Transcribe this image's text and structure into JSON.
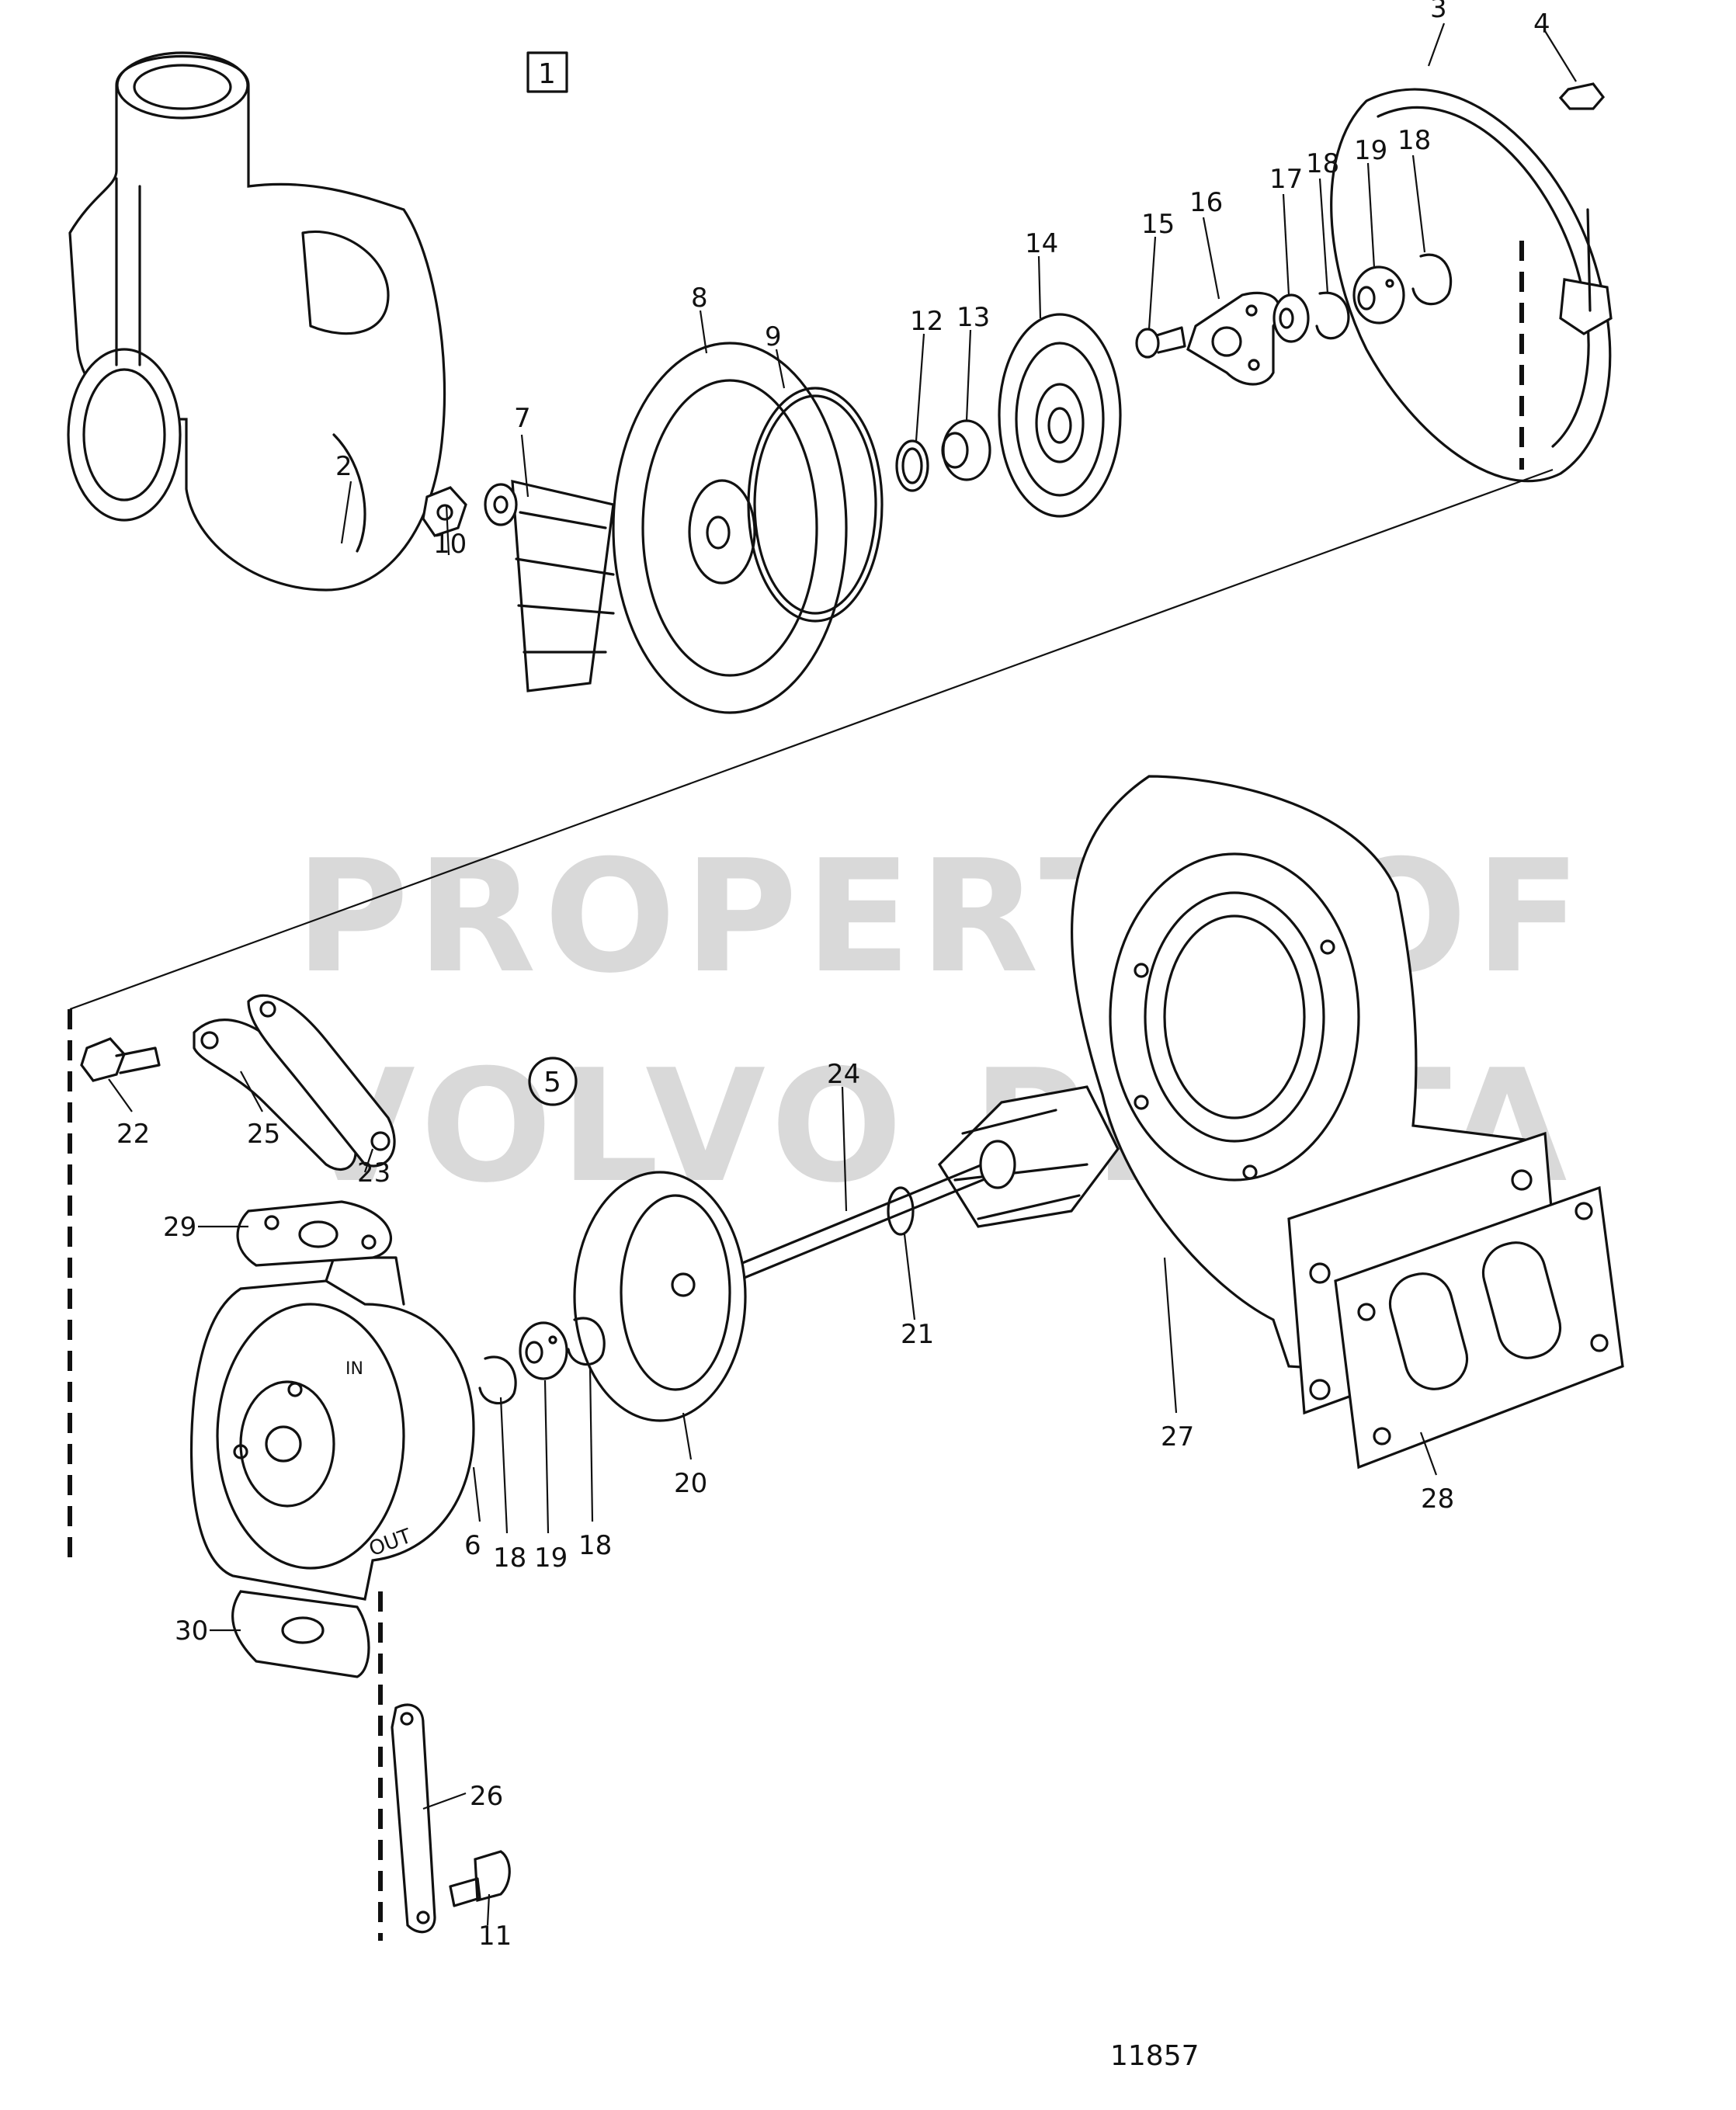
{
  "box_marker": "1",
  "circle_marker": "5",
  "figure_number": "11857",
  "watermark": {
    "line1": "PROPERTY OF",
    "line2": "VOLVO PENTA"
  },
  "housing_marks": {
    "in": "IN",
    "out": "OUT"
  },
  "labels": [
    "2",
    "3",
    "4",
    "6",
    "7",
    "8",
    "9",
    "10",
    "11",
    "12",
    "13",
    "14",
    "15",
    "16",
    "17",
    "18",
    "19",
    "18",
    "20",
    "21",
    "22",
    "23",
    "24",
    "25",
    "26",
    "27",
    "28",
    "29",
    "30",
    "18",
    "19",
    "18"
  ]
}
